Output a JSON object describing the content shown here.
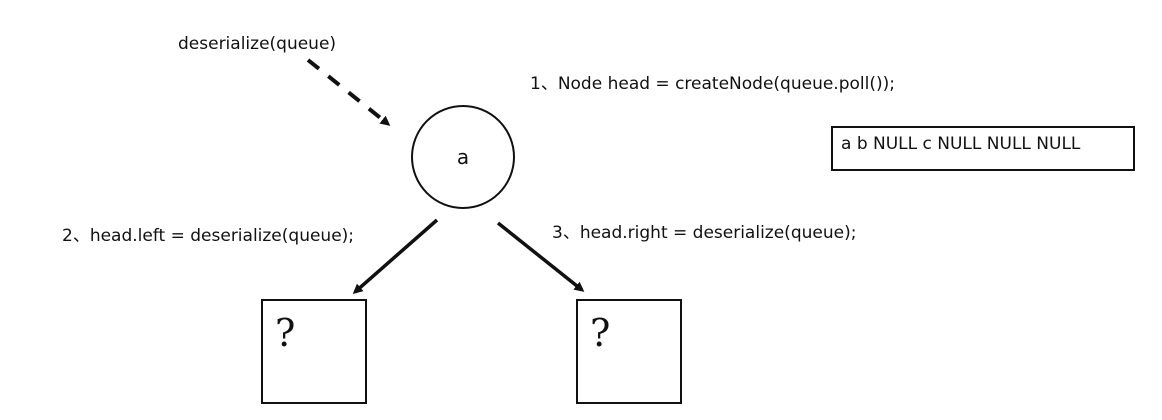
{
  "diagram": {
    "call_label": "deserialize(queue)",
    "step1": "1、Node head = createNode(queue.poll());",
    "step2": "2、head.left = deserialize(queue);",
    "step3": "3、head.right = deserialize(queue);",
    "queue_contents": "a b NULL c NULL NULL NULL",
    "root_node": "a",
    "left_child": "?",
    "right_child": "?"
  }
}
